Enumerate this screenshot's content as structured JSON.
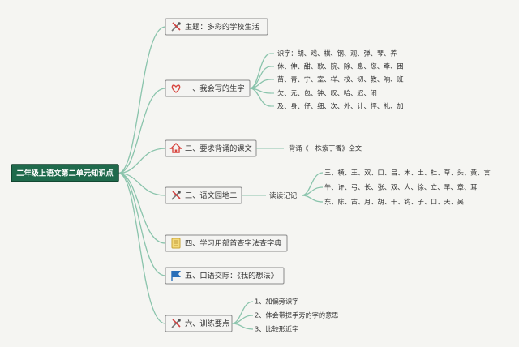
{
  "root": {
    "title": "二年级上语文第二单元知识点"
  },
  "colors": {
    "line": "#8ac4ac",
    "root_bg": "#1f6a4c",
    "root_border": "#0e3d2a",
    "node_bg": "#f4f4f2",
    "node_border": "#8a8a8a"
  },
  "branches": [
    {
      "icon": "tools-icon",
      "label": "主题：多彩的学校生活",
      "children": []
    },
    {
      "icon": "heart-icon",
      "label": "一、我会写的生字",
      "children": [
        "识字：胡、戏、棋、钢、观、弹、琴、养",
        "休、伸、甜、歌、院、除、息、您、牵、困",
        "苗、青、宁、室、样、校、切、教、响、班",
        "欠、元、包、钟、叹、哈、迟、闹",
        "及、身、仔、细、次、外、计、怦、礼、加"
      ]
    },
    {
      "icon": "home-icon",
      "label": "二、要求背诵的课文",
      "children": [
        "背诵《一株紫丁香》全文"
      ]
    },
    {
      "icon": "tools-icon",
      "label": "三、语文园地二",
      "children": [
        {
          "label": "读读记记",
          "children": [
            "三、横、王、双、口、吕、木、土、杜、草、头、黄、言",
            "午、许、弓、长、张、双、人、徐、立、早、章、耳",
            "东、陈、古、月、胡、干、钩、子、口、天、吴"
          ]
        }
      ]
    },
    {
      "icon": "notebook-icon",
      "label": "四、学习用部首查字法查字典",
      "children": []
    },
    {
      "icon": "flag-icon",
      "label": "五、口语交际：《我的想法》",
      "children": []
    },
    {
      "icon": "tools-icon",
      "label": "六、训练要点",
      "children": [
        "1、加偏旁识字",
        "2、体会带提手旁的字的意思",
        "3、比较形近字"
      ]
    }
  ]
}
